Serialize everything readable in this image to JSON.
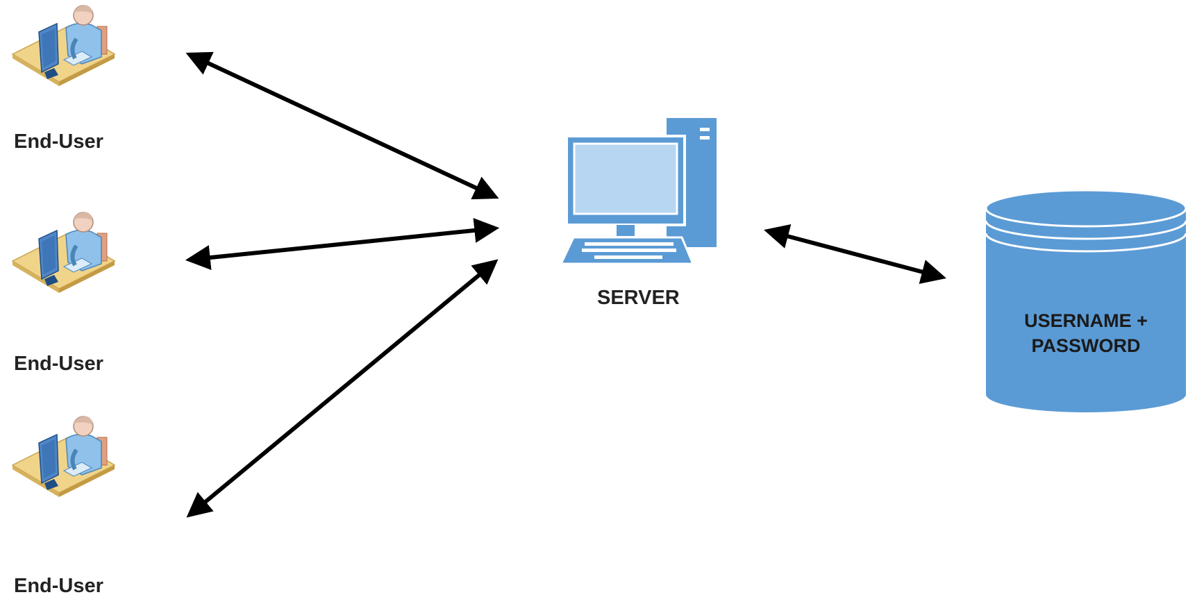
{
  "end_users": [
    {
      "label": "End-User"
    },
    {
      "label": "End-User"
    },
    {
      "label": "End-User"
    }
  ],
  "server": {
    "label": "SERVER"
  },
  "database": {
    "label_line1": "USERNAME +",
    "label_line2": "PASSWORD"
  },
  "colors": {
    "accent_blue": "#5b9bd5",
    "db_blue": "#5b9bd5",
    "arrow": "#000000",
    "desk": "#e8c878"
  },
  "icons": [
    "end-user-workstation-icon",
    "server-computer-icon",
    "database-cylinder-icon"
  ]
}
